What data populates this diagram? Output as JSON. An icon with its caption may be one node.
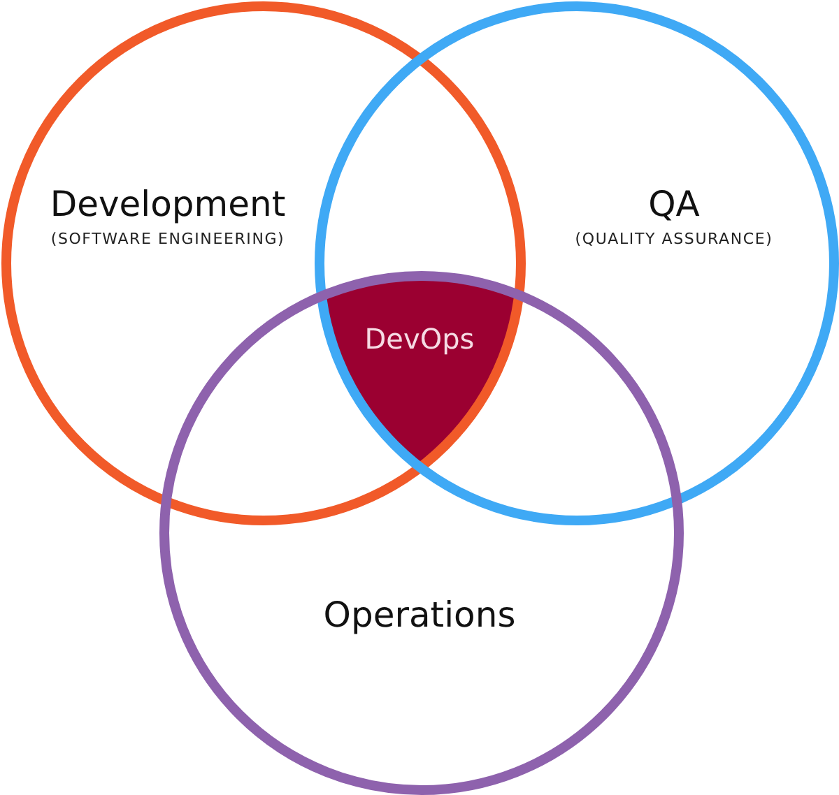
{
  "diagram": {
    "nodes": [
      {
        "text": [
          "Development",
          "(SOFTWARE ENGINEERING)"
        ]
      },
      {
        "text": [
          "QA",
          "(QUALITY ASSURANCE)"
        ]
      },
      {
        "text": [
          "DevOps"
        ]
      },
      {
        "text": [
          "Operations"
        ]
      }
    ]
  }
}
